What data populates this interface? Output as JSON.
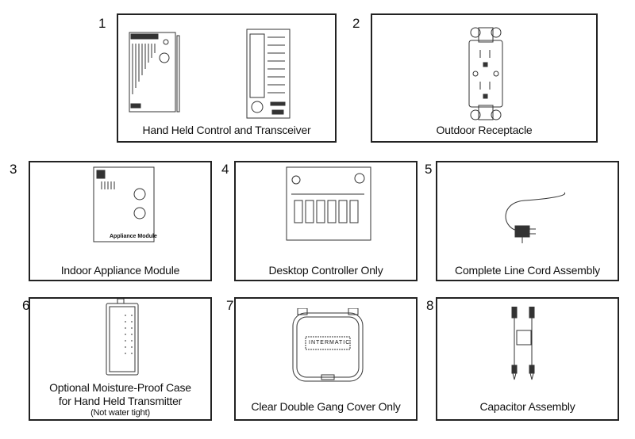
{
  "parts": [
    {
      "number": "1",
      "label": "Hand Held Control and Transceiver"
    },
    {
      "number": "2",
      "label": "Outdoor Receptacle"
    },
    {
      "number": "3",
      "label": "Indoor Appliance Module"
    },
    {
      "number": "4",
      "label": "Desktop Controller Only"
    },
    {
      "number": "5",
      "label": "Complete Line Cord Assembly"
    },
    {
      "number": "6",
      "label": "Optional Moisture-Proof Case",
      "label2": "for Hand Held Transmitter",
      "note": "(Not water tight)"
    },
    {
      "number": "7",
      "label": "Clear Double Gang Cover Only"
    },
    {
      "number": "8",
      "label": "Capacitor Assembly"
    }
  ],
  "illustration_text": {
    "appliance_module": "Appliance Module",
    "cover_brand": "INTERMATIC"
  }
}
